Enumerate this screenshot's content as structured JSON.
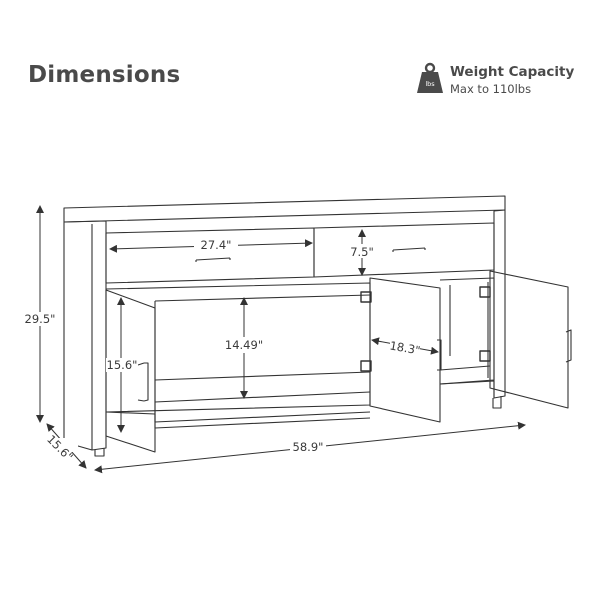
{
  "header": {
    "title": "Dimensions",
    "weight_capacity_label": "Weight Capacity",
    "weight_capacity_value": "Max to 110lbs",
    "weight_icon_text": "lbs"
  },
  "dimensions": {
    "height": "29.5\"",
    "depth": "15.6\"",
    "width": "58.9\"",
    "drawer_width": "27.4\"",
    "drawer_height": "7.5\"",
    "cabinet_height": "14.49\"",
    "cabinet_depth": "15.6\"",
    "cabinet_width": "18.3\""
  },
  "colors": {
    "line": "#333333",
    "text": "#3a3a3a",
    "icon": "#4a4a4a"
  }
}
